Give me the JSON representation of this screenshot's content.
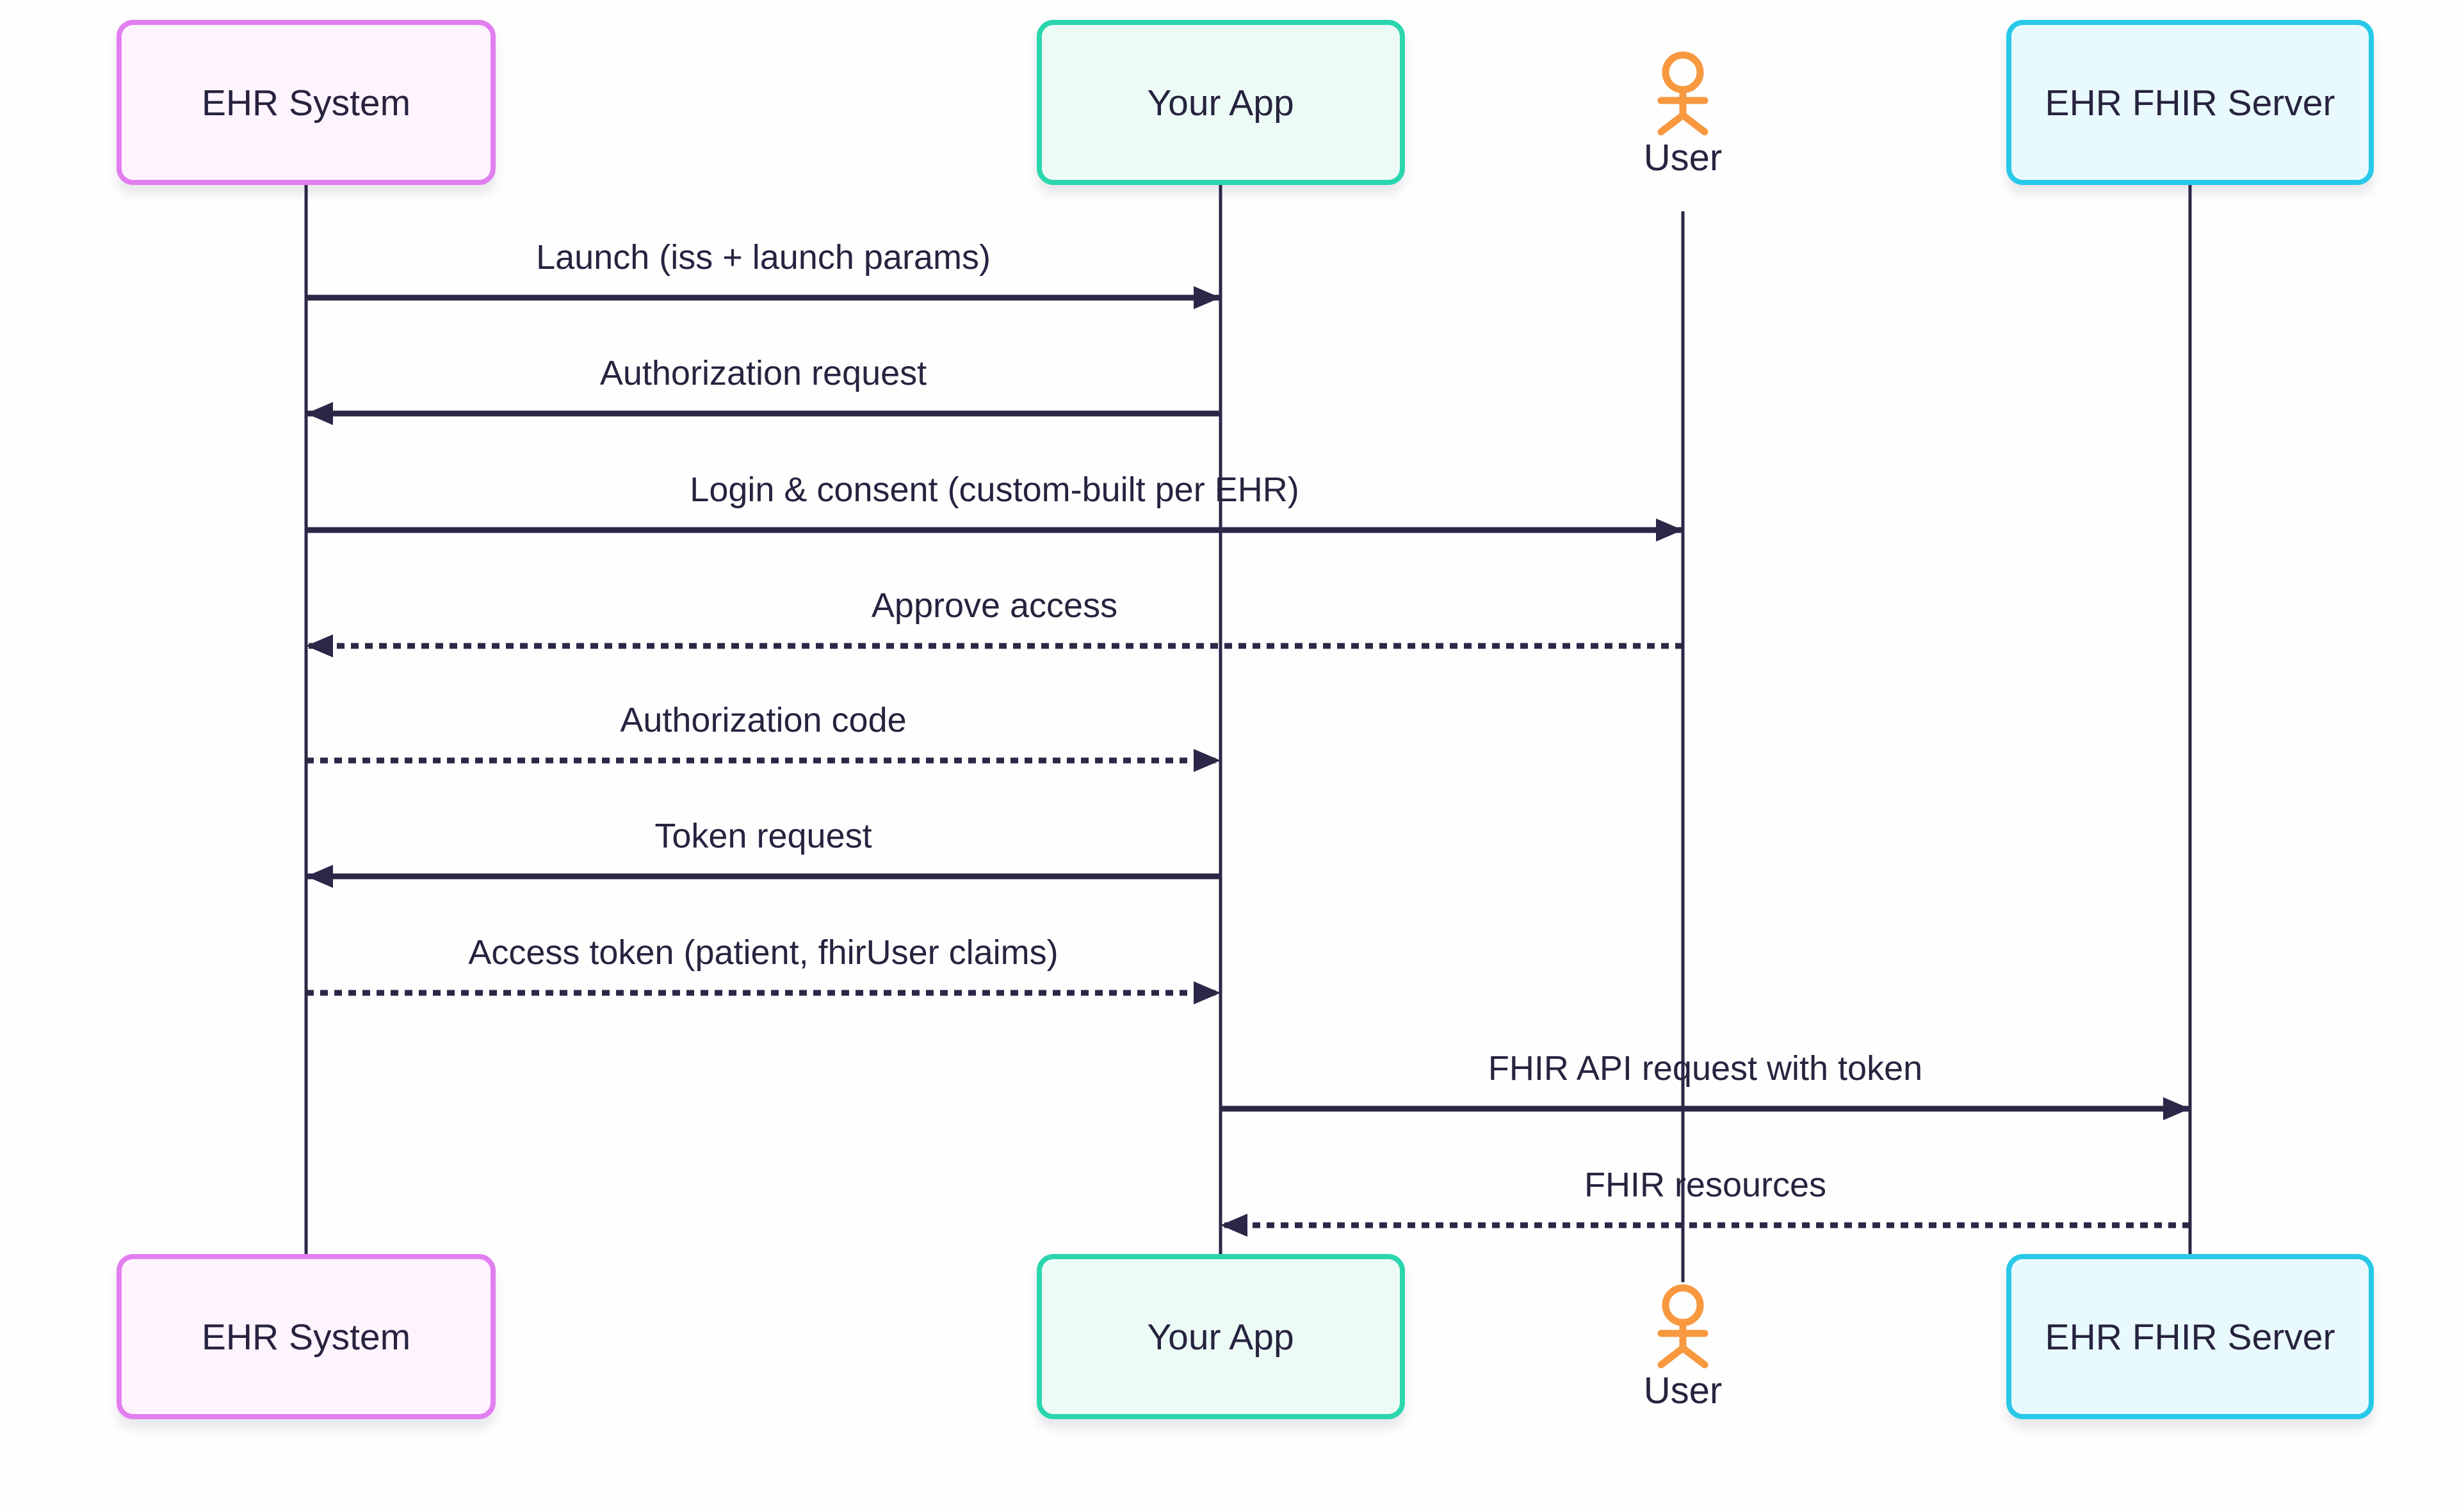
{
  "diagram_type": "sequence",
  "participants": [
    {
      "id": "ehr_system",
      "label": "EHR System",
      "kind": "box",
      "border_color": "#e27ff0",
      "fill_color": "#fdf4fe"
    },
    {
      "id": "your_app",
      "label": "Your App",
      "kind": "box",
      "border_color": "#2bd6ae",
      "fill_color": "#edfbf7"
    },
    {
      "id": "user",
      "label": "User",
      "kind": "actor",
      "icon": "stick-figure-icon",
      "icon_color": "#f8983f"
    },
    {
      "id": "ehr_fhir_server",
      "label": "EHR FHIR Server",
      "kind": "box",
      "border_color": "#28c9e8",
      "fill_color": "#e9fafe"
    }
  ],
  "messages": [
    {
      "from": "ehr_system",
      "to": "your_app",
      "label": "Launch (iss + launch params)",
      "line": "solid"
    },
    {
      "from": "your_app",
      "to": "ehr_system",
      "label": "Authorization request",
      "line": "solid"
    },
    {
      "from": "ehr_system",
      "to": "user",
      "label": "Login & consent (custom-built per EHR)",
      "line": "solid"
    },
    {
      "from": "user",
      "to": "ehr_system",
      "label": "Approve access",
      "line": "dotted"
    },
    {
      "from": "ehr_system",
      "to": "your_app",
      "label": "Authorization code",
      "line": "dotted"
    },
    {
      "from": "your_app",
      "to": "ehr_system",
      "label": "Token request",
      "line": "solid"
    },
    {
      "from": "ehr_system",
      "to": "your_app",
      "label": "Access token (patient, fhirUser claims)",
      "line": "dotted"
    },
    {
      "from": "your_app",
      "to": "ehr_fhir_server",
      "label": "FHIR API request with token",
      "line": "solid"
    },
    {
      "from": "ehr_fhir_server",
      "to": "your_app",
      "label": "FHIR resources",
      "line": "dotted"
    }
  ],
  "colors": {
    "line": "#2b2747",
    "text": "#27233f",
    "background": "#fefefe",
    "pink_border": "#e27ff0",
    "pink_fill": "#fdf4fe",
    "teal_border": "#2bd6ae",
    "teal_fill": "#edfbf7",
    "cyan_border": "#28c9e8",
    "cyan_fill": "#e9fafe",
    "actor_orange": "#f8983f"
  }
}
